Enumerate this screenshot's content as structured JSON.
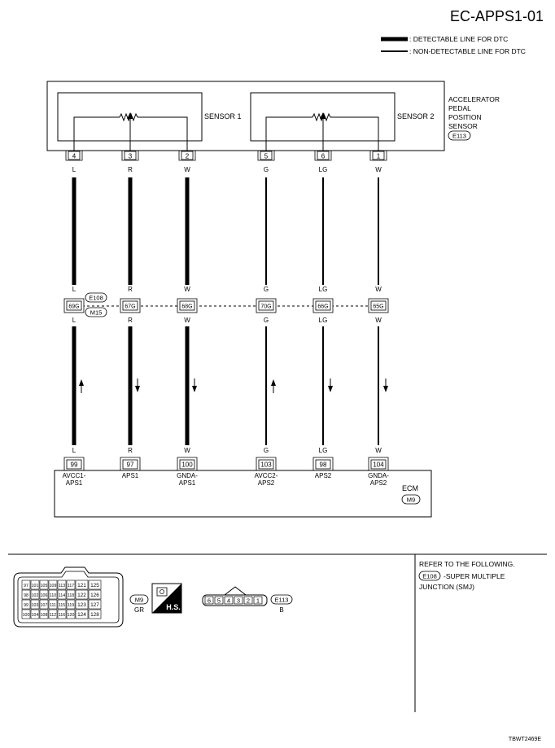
{
  "title": "EC-APPS1-01",
  "legend": {
    "detectable": ": DETECTABLE LINE FOR DTC",
    "non_detectable": ": NON-DETECTABLE LINE FOR DTC"
  },
  "sensor": {
    "name_lines": [
      "ACCELERATOR",
      "PEDAL",
      "POSITION",
      "SENSOR"
    ],
    "connector": "E113",
    "sensor1": "SENSOR 1",
    "sensor2": "SENSOR 2"
  },
  "junction": {
    "top_connector": "E108",
    "bottom_connector": "M15"
  },
  "wires": [
    {
      "sensor_pin": "4",
      "color": "L",
      "junction_pin": "69G",
      "ecm_pin": "99",
      "ecm_label": [
        "AVCC1-",
        "APS1"
      ],
      "detectable": true,
      "arrow": "up"
    },
    {
      "sensor_pin": "3",
      "color": "R",
      "junction_pin": "67G",
      "ecm_pin": "97",
      "ecm_label": [
        "APS1"
      ],
      "detectable": true,
      "arrow": "down"
    },
    {
      "sensor_pin": "2",
      "color": "W",
      "junction_pin": "68G",
      "ecm_pin": "100",
      "ecm_label": [
        "GNDA-",
        "APS1"
      ],
      "detectable": true,
      "arrow": "down"
    },
    {
      "sensor_pin": "5",
      "color": "G",
      "junction_pin": "70G",
      "ecm_pin": "103",
      "ecm_label": [
        "AVCC2-",
        "APS2"
      ],
      "detectable": false,
      "arrow": "up"
    },
    {
      "sensor_pin": "6",
      "color": "LG",
      "junction_pin": "66G",
      "ecm_pin": "98",
      "ecm_label": [
        "APS2"
      ],
      "detectable": false,
      "arrow": "down"
    },
    {
      "sensor_pin": "1",
      "color": "W",
      "junction_pin": "65G",
      "ecm_pin": "104",
      "ecm_label": [
        "GNDA-",
        "APS2"
      ],
      "detectable": false,
      "arrow": "down"
    }
  ],
  "ecm": {
    "name": "ECM",
    "connector": "M9"
  },
  "connectors_view": {
    "m9_grid": [
      [
        "97",
        "101",
        "105",
        "109",
        "113",
        "117",
        "121",
        "125"
      ],
      [
        "98",
        "102",
        "106",
        "110",
        "114",
        "118",
        "122",
        "126"
      ],
      [
        "99",
        "103",
        "107",
        "111",
        "115",
        "119",
        "123",
        "127"
      ],
      [
        "100",
        "104",
        "108",
        "112",
        "116",
        "120",
        "124",
        "128"
      ]
    ],
    "m9_label": "M9",
    "m9_color": "GR",
    "hs_label": "H.S.",
    "e113_pins": [
      "6",
      "5",
      "4",
      "3",
      "2",
      "1"
    ],
    "e113_label": "E113",
    "e113_color": "B"
  },
  "refer": {
    "line1": "REFER TO THE FOLLOWING.",
    "ref_connector": "E108",
    "ref_text1": "-SUPER MULTIPLE",
    "ref_text2": "JUNCTION (SMJ)"
  },
  "footer_code": "TBWT2469E"
}
